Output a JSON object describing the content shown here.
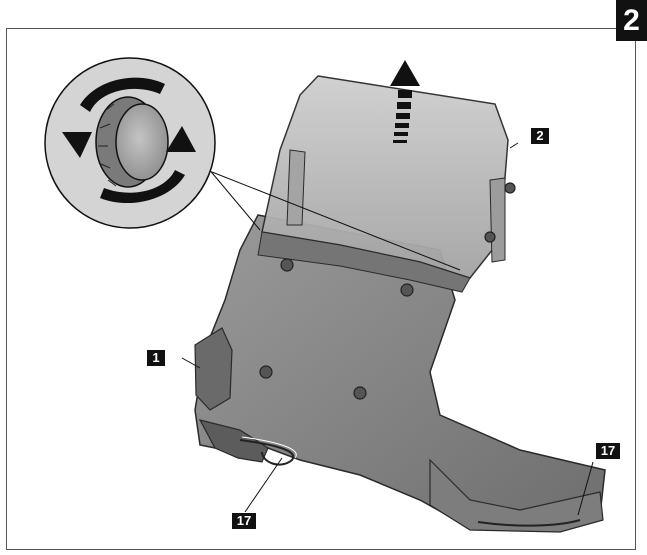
{
  "page": {
    "number": "2"
  },
  "callouts": {
    "windshield": "2",
    "mount_left": "1",
    "cable_left": "17",
    "cable_right": "17"
  },
  "colors": {
    "shield": "#b9b9b9",
    "body": "#8a8a8a",
    "body_dark": "#5f5f5f",
    "outline": "#2a2a2a"
  }
}
